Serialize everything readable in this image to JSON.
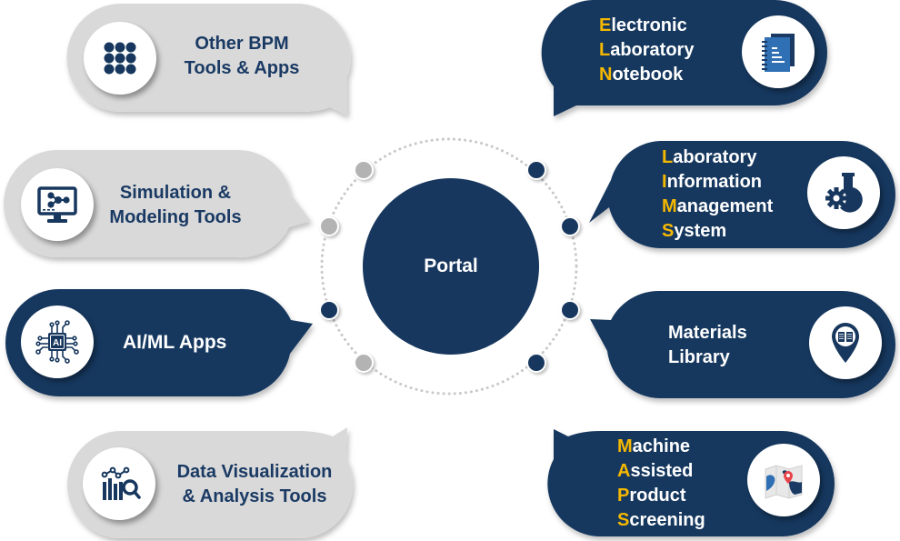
{
  "colors": {
    "navy": "#17375e",
    "gray_bubble": "#d9d9d9",
    "accent_letter": "#f5b800",
    "dark_text": "#1a3a64"
  },
  "center": {
    "label": "Portal"
  },
  "left_items": [
    {
      "id": "other-bpm",
      "lines": [
        "Other BPM",
        "Tools & Apps"
      ],
      "icon": "app-grid-icon",
      "style": "gray"
    },
    {
      "id": "simulation",
      "lines": [
        "Simulation &",
        "Modeling Tools"
      ],
      "icon": "monitor-network-icon",
      "style": "gray"
    },
    {
      "id": "aiml",
      "lines": [
        "AI/ML Apps"
      ],
      "icon": "ai-chip-icon",
      "style": "navy"
    },
    {
      "id": "data-viz",
      "lines": [
        "Data Visualization",
        "& Analysis Tools"
      ],
      "icon": "chart-magnifier-icon",
      "style": "gray"
    }
  ],
  "right_items": [
    {
      "id": "eln",
      "acronym_lines": [
        [
          "E",
          "lectronic"
        ],
        [
          "L",
          "aboratory"
        ],
        [
          "N",
          "otebook"
        ]
      ],
      "icon": "notebook-icon",
      "style": "navy"
    },
    {
      "id": "lims",
      "acronym_lines": [
        [
          "L",
          "aboratory"
        ],
        [
          "I",
          "nformation"
        ],
        [
          "M",
          "anagement"
        ],
        [
          "S",
          "ystem"
        ]
      ],
      "icon": "flask-gear-icon",
      "style": "navy"
    },
    {
      "id": "materials",
      "lines": [
        "Materials",
        "Library"
      ],
      "icon": "book-pin-icon",
      "style": "navy"
    },
    {
      "id": "maps",
      "acronym_lines": [
        [
          "M",
          "achine"
        ],
        [
          "A",
          "ssisted"
        ],
        [
          "P",
          "roduct"
        ],
        [
          "S",
          "creening"
        ]
      ],
      "icon": "map-pin-icon",
      "style": "navy"
    }
  ]
}
